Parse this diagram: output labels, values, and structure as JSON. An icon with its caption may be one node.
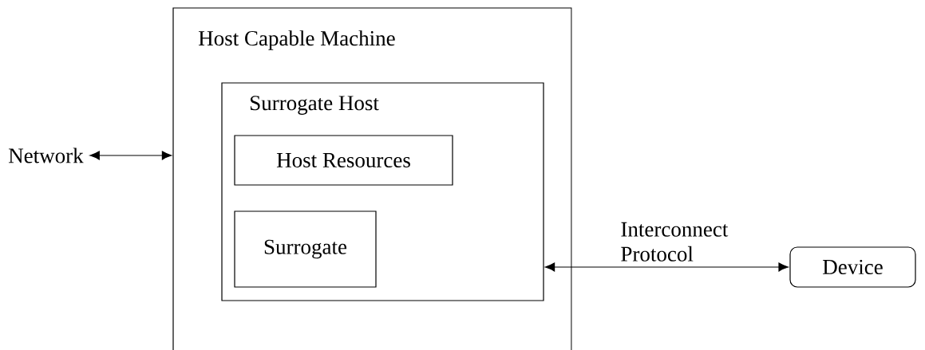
{
  "diagram": {
    "nodes": [
      {
        "text": [
          "Host Capable Machine"
        ]
      },
      {
        "text": [
          "Surrogate Host"
        ],
        "in": 0
      },
      {
        "text": [
          "Host Resources"
        ],
        "in": 1
      },
      {
        "text": [
          "Surrogate"
        ],
        "in": 1
      },
      {
        "text": [
          "Network"
        ]
      },
      {
        "text": [
          "Device"
        ]
      }
    ],
    "edges": [
      {
        "from": 4,
        "to": 0,
        "arrow": "both"
      },
      {
        "from": 1,
        "to": 5,
        "arrow": "both",
        "label": "Interconnect Protocol"
      }
    ]
  }
}
